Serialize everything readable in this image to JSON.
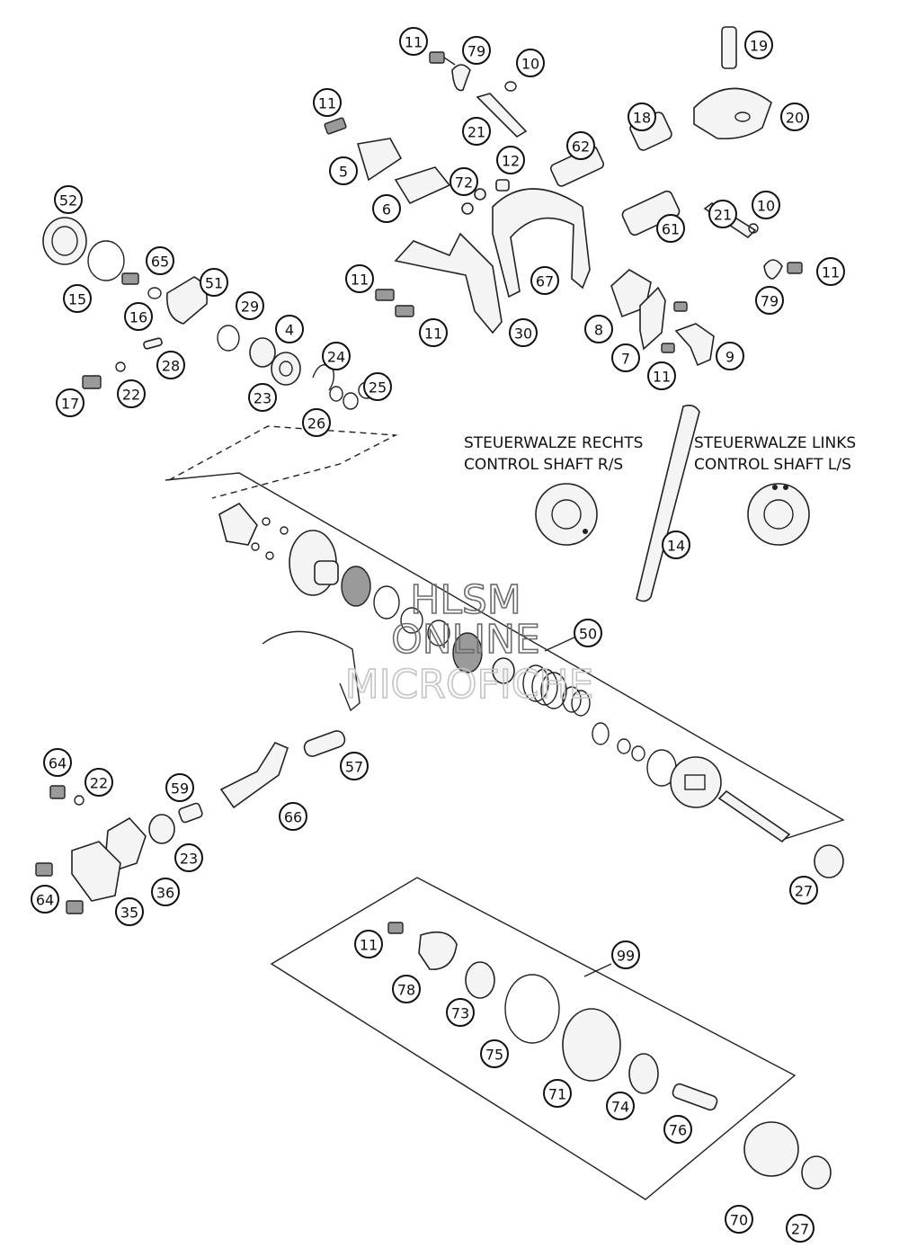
{
  "captions": {
    "right_line1": "STEUERWALZE RECHTS",
    "right_line2": "CONTROL SHAFT R/S",
    "left_line1": "STEUERWALZE LINKS",
    "left_line2": "CONTROL SHAFT L/S"
  },
  "watermark": {
    "line1": "HLSM",
    "line2": "ONLINE",
    "line3": "MICROFICHE"
  },
  "callouts": [
    "11",
    "79",
    "10",
    "19",
    "11",
    "21",
    "18",
    "20",
    "62",
    "5",
    "12",
    "72",
    "6",
    "10",
    "21",
    "61",
    "52",
    "65",
    "11",
    "67",
    "11",
    "79",
    "15",
    "51",
    "16",
    "29",
    "11",
    "30",
    "8",
    "4",
    "9",
    "7",
    "24",
    "28",
    "11",
    "17",
    "22",
    "23",
    "25",
    "26",
    "14",
    "50",
    "57",
    "64",
    "22",
    "59",
    "66",
    "23",
    "36",
    "64",
    "35",
    "27",
    "11",
    "99",
    "78",
    "73",
    "75",
    "71",
    "74",
    "76",
    "70",
    "27"
  ]
}
